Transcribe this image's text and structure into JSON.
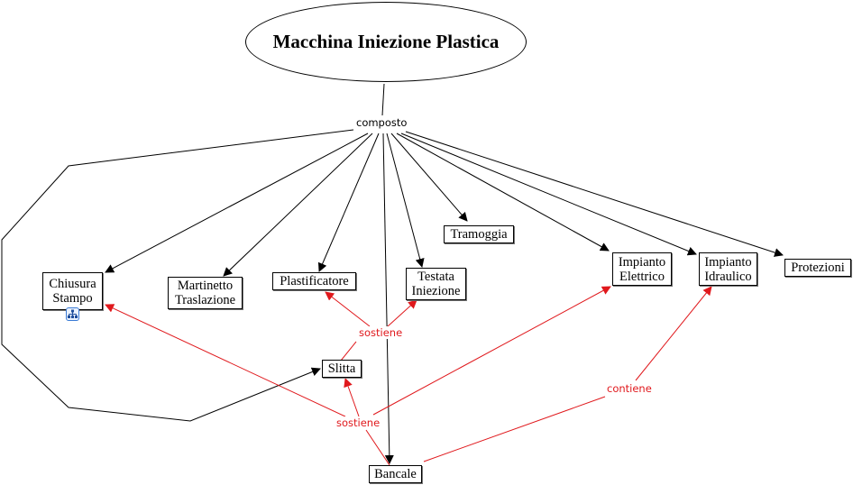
{
  "title": "Macchina Iniezione Plastica",
  "colors": {
    "composition_link": "#000000",
    "relation_link": "#e0181c"
  },
  "link_labels": {
    "composto": "composto",
    "sostiene_upper": "sostiene",
    "sostiene_lower": "sostiene",
    "contiene": "contiene"
  },
  "nodes": {
    "chiusura_stampo": "Chiusura\nStampo",
    "martinetto_traslazione": "Martinetto\nTraslazione",
    "plastificatore": "Plastificatore",
    "testata_iniezione": "Testata\nIniezione",
    "tramoggia": "Tramoggia",
    "impianto_elettrico": "Impianto\nElettrico",
    "impianto_idraulico": "Impianto\nIdraulico",
    "protezioni": "Protezioni",
    "slitta": "Slitta",
    "bancale": "Bancale"
  },
  "icons": {
    "submap": "submap-hierarchy-icon"
  },
  "relations": [
    {
      "from": "Macchina Iniezione Plastica",
      "label": "composto",
      "to": [
        "Chiusura Stampo",
        "Martinetto Traslazione",
        "Plastificatore",
        "Testata Iniezione",
        "Tramoggia",
        "Impianto Elettrico",
        "Impianto Idraulico",
        "Protezioni",
        "Slitta",
        "Bancale"
      ]
    },
    {
      "from": "Slitta",
      "label": "sostiene",
      "to": [
        "Plastificatore",
        "Testata Iniezione"
      ]
    },
    {
      "from": "Bancale",
      "label": "sostiene",
      "to": [
        "Slitta",
        "Chiusura Stampo",
        "Impianto Elettrico"
      ]
    },
    {
      "from": "Bancale",
      "label": "contiene",
      "to": [
        "Impianto Idraulico"
      ]
    }
  ]
}
